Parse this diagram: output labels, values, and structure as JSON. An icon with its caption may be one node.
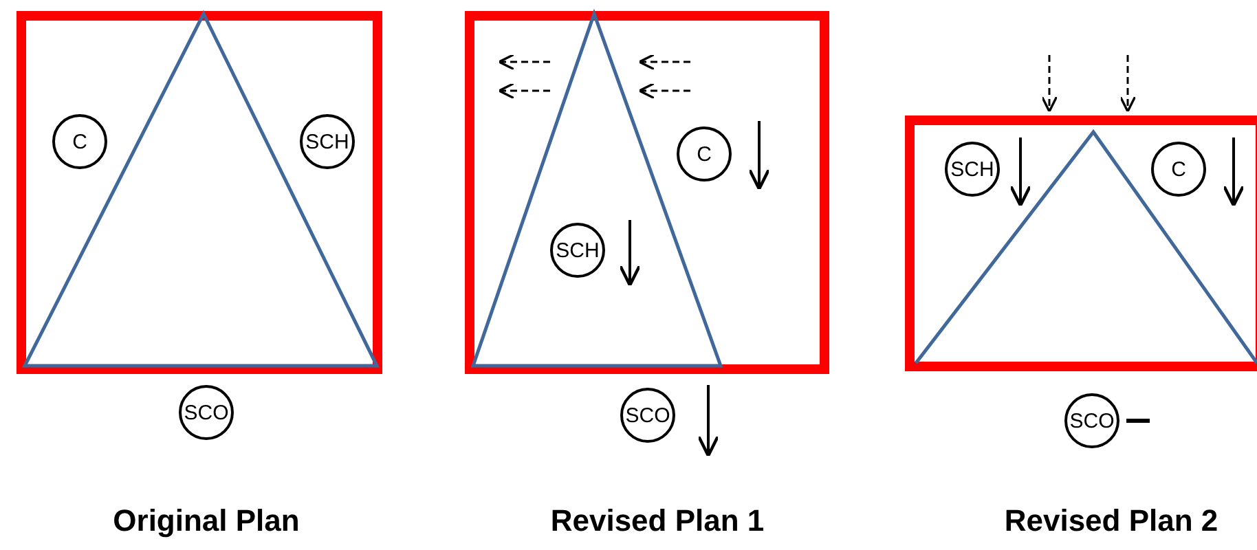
{
  "diagram": {
    "nodes": [
      {
        "text": [],
        "shape": "box"
      },
      {
        "text": [
          "C"
        ],
        "in": 0
      },
      {
        "text": [
          "SCH"
        ],
        "in": 0
      },
      {
        "text": [
          "SCO"
        ]
      },
      {
        "text": [],
        "shape": "box"
      },
      {
        "text": [
          "C"
        ],
        "in": 4
      },
      {
        "text": [
          "SCH"
        ],
        "in": 4
      },
      {
        "text": [
          "SCO"
        ]
      },
      {
        "text": [],
        "shape": "box"
      },
      {
        "text": [
          "SCH"
        ],
        "in": 8
      },
      {
        "text": [
          "C"
        ],
        "in": 8
      },
      {
        "text": [
          "SCO"
        ]
      }
    ],
    "edges": [],
    "labels": [
      "Original Plan",
      "Revised Plan 1",
      "Revised Plan 2"
    ]
  }
}
